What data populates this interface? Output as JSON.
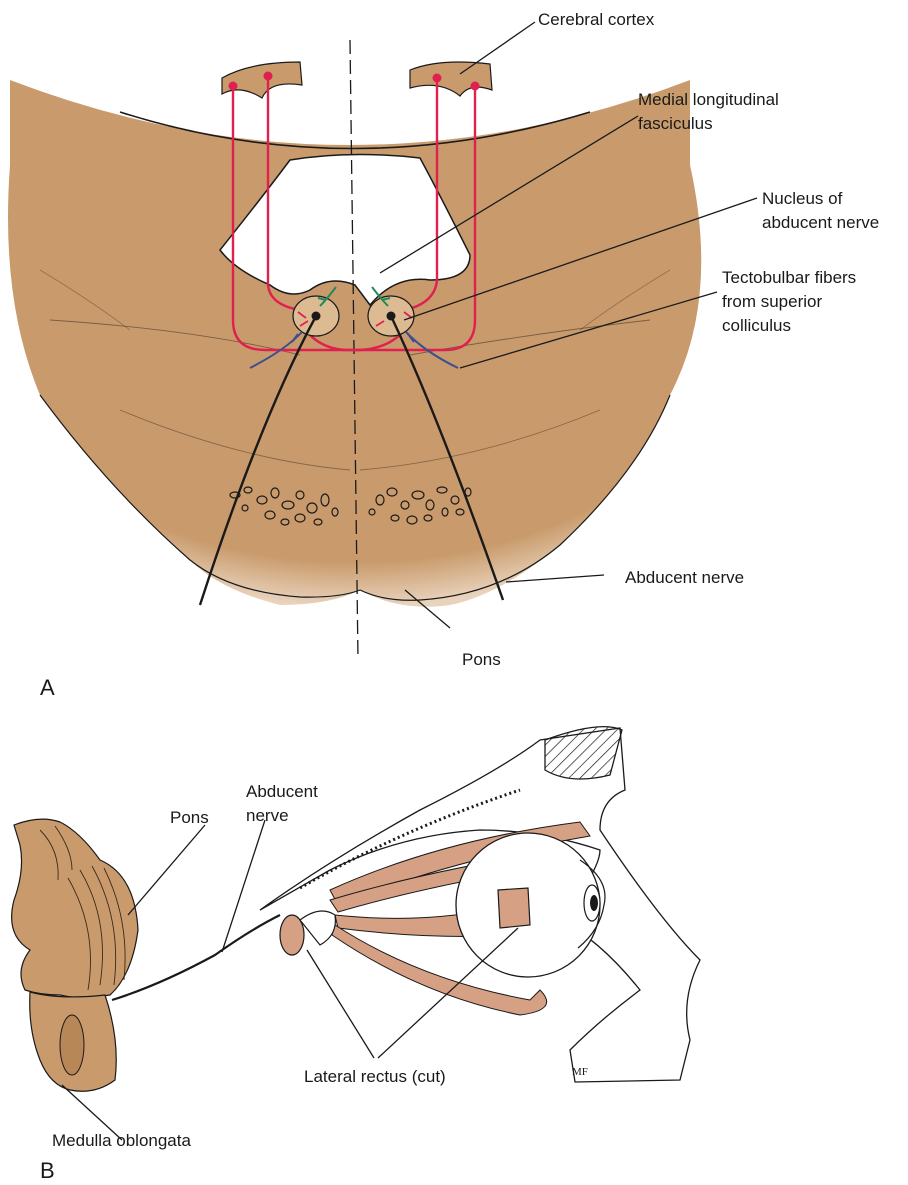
{
  "colors": {
    "tissue": "#c99b6c",
    "tissue_shadow": "#b88758",
    "upper_motor_neuron": "#e0204f",
    "mlf_fibers": "#1f8a5a",
    "tectobulbar_fibers": "#3d4f8f",
    "muscle": "#d5a083",
    "outline": "#1a1a1a"
  },
  "panel_a": {
    "letter": "A",
    "labels": {
      "cerebral_cortex": "Cerebral cortex",
      "mlf_line1": "Medial longitudinal",
      "mlf_line2": "fasciculus",
      "nucleus_line1": "Nucleus of",
      "nucleus_line2": "abducent nerve",
      "tecto_line1": "Tectobulbar fibers",
      "tecto_line2": "from superior",
      "tecto_line3": "colliculus",
      "abducent_nerve": "Abducent nerve",
      "pons": "Pons"
    }
  },
  "panel_b": {
    "letter": "B",
    "labels": {
      "pons": "Pons",
      "abducent_line1": "Abducent",
      "abducent_line2": "nerve",
      "lateral_rectus": "Lateral rectus (cut)",
      "medulla": "Medulla oblongata",
      "signature": "MF"
    }
  }
}
